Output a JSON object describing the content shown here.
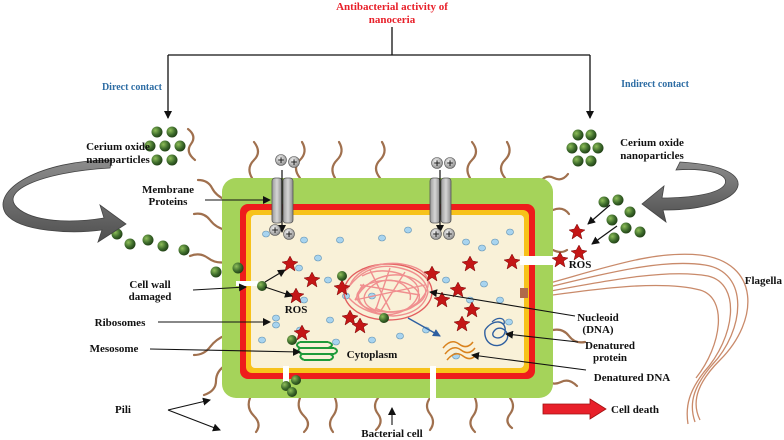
{
  "title_line1": "Antibacterial activity of",
  "title_line2": "nanoceria",
  "direct_contact": "Direct contact",
  "indirect_contact": "Indirect contact",
  "left_np_line1": "Cerium oxide",
  "left_np_line2": "nanoparticles",
  "right_np_line1": "Cerium oxide",
  "right_np_line2": "nanoparticles",
  "membrane_line1": "Membrane",
  "membrane_line2": "Proteins",
  "cell_wall_line1": "Cell wall",
  "cell_wall_line2": "damaged",
  "ros_inside": "ROS",
  "ros_outside": "ROS",
  "ribosomes": "Ribosomes",
  "mesosome": "Mesosome",
  "cytoplasm": "Cytoplasm",
  "nucleoid_line1": "Nucleoid",
  "nucleoid_line2": "(DNA)",
  "denatured_protein_line1": "Denatured",
  "denatured_protein_line2": "protein",
  "denatured_dna": "Denatured DNA",
  "flagella": "Flagella",
  "pili": "Pili",
  "bacterial_cell": "Bacterial cell",
  "cell_death": "Cell death",
  "colors": {
    "title": "#e8202a",
    "contact": "#2e6da4",
    "outer_wall": "#a5d35a",
    "red_membrane": "#ee1c1c",
    "yellow_membrane": "#f7c21b",
    "cytoplasm": "#f9f1d8",
    "pili": "#a0704e",
    "nanoparticle": "#3d6b2b",
    "ros": "#c41616",
    "ribosome": "#a8d4ef",
    "arrow_gray": "#6f6f6f",
    "cell_death_arrow": "#e8202a"
  },
  "icons": {
    "plus_minus_ion": "charged-ion-icon",
    "ros": "ros-burst-icon",
    "nanoparticle": "nanoparticle-sphere-icon"
  }
}
